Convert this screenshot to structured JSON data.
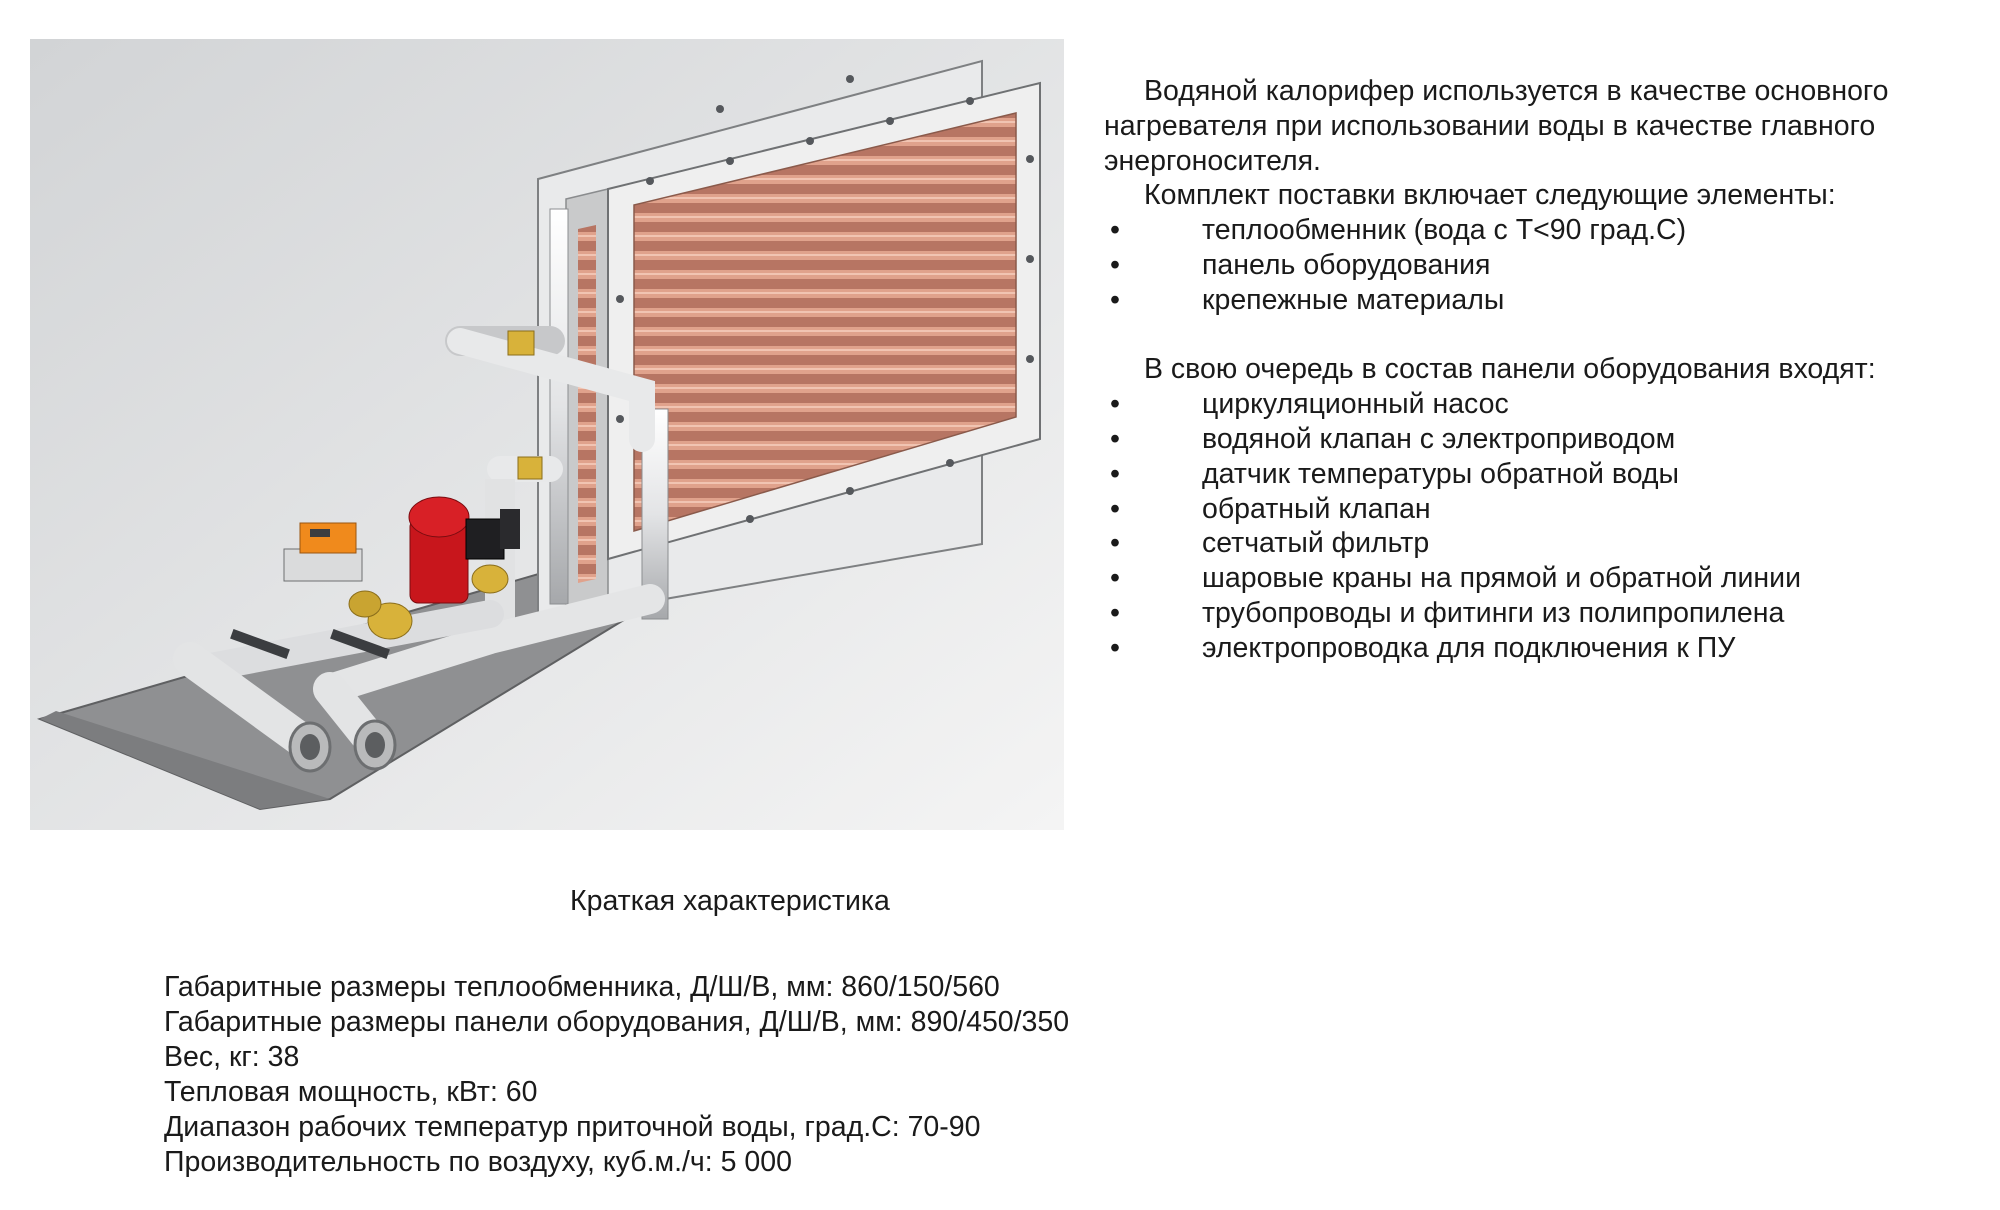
{
  "description": {
    "intro": "Водяной калорифер используется в качестве основного нагревателя при использовании воды в качестве главного энергоносителя.",
    "kit_heading": "Комплект поставки включает следующие элементы:",
    "kit_items": [
      "теплообменник  (вода с Т<90 град.С)",
      "панель оборудования",
      "крепежные материалы"
    ],
    "panel_heading": "В свою очередь в состав панели оборудования входят:",
    "panel_items": [
      "циркуляционный насос",
      "водяной клапан с электроприводом",
      "датчик температуры обратной воды",
      "обратный клапан",
      "сетчатый фильтр",
      "шаровые краны на прямой и обратной линии",
      "трубопроводы и фитинги из полипропилена",
      "электропроводка для подключения к ПУ"
    ]
  },
  "characteristics": {
    "title": "Краткая характеристика",
    "lines": [
      "Габаритные размеры теплообменника, Д/Ш/В, мм: 860/150/560",
      "Габаритные размеры панели оборудования, Д/Ш/В, мм: 890/450/350",
      "Вес, кг: 38",
      "Тепловая мощность, кВт: 60",
      "Диапазон рабочих температур приточной воды, град.С: 70-90",
      "Производительность по воздуху, куб.м./ч: 5 000"
    ]
  },
  "colors": {
    "copper": "#c9826a",
    "pump_red": "#c8161c",
    "actuator_orange": "#f08a1c",
    "brass": "#d8b23a"
  }
}
